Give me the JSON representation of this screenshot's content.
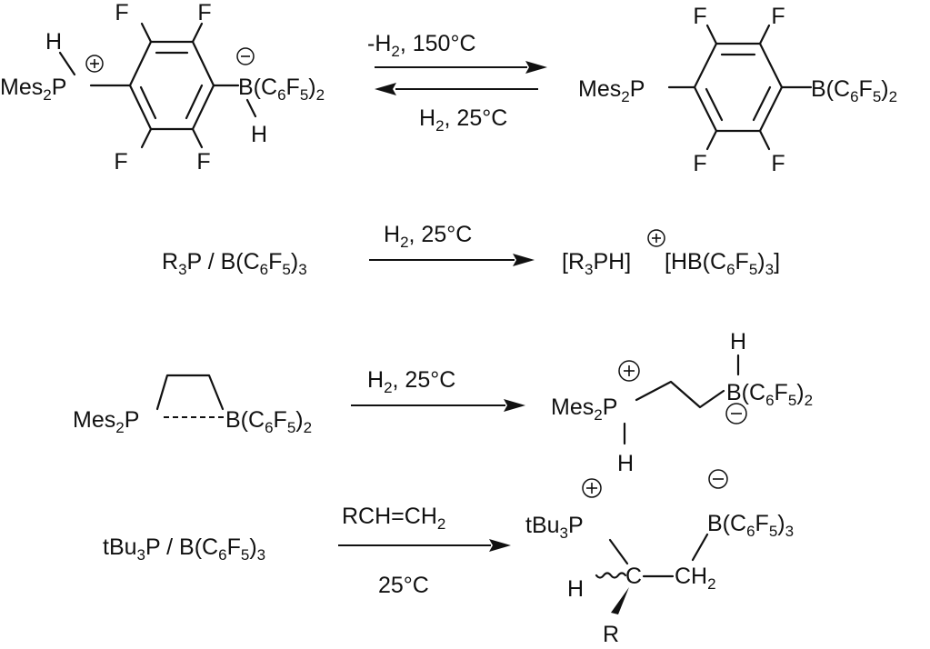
{
  "reactions": [
    {
      "id": "r1",
      "reactant_label": "Mes2P+(H)–C6F4–B−(H)(C6F5)2",
      "product_label": "Mes2P–C6F4–B(C6F5)2",
      "forward_conditions": "-H2, 150°C",
      "reverse_conditions": "H2, 25°C",
      "reversible": true
    },
    {
      "id": "r2",
      "reactant_label": "R3P / B(C6F5)3",
      "conditions": "H2, 25°C",
      "product_label": "[R3PH]+[HB(C6F5)3]"
    },
    {
      "id": "r3",
      "reactant_label": "Mes2P----B(C6F5)2 (ethylene bridged)",
      "conditions": "H2, 25°C",
      "product_label": "Mes2P+(H)CH2CH2B−(H)(C6F5)2"
    },
    {
      "id": "r4",
      "reactant_label": "tBu3P / B(C6F5)3",
      "conditions_above": "RCH=CH2",
      "conditions_below": "25°C",
      "product_label": "tBu3P+–CH(R)–CH2–B−(C6F5)3"
    }
  ],
  "atoms": {
    "F": "F",
    "H": "H",
    "R": "R",
    "B": "B",
    "P": "P",
    "C": "C"
  },
  "fragments": {
    "mes2p": "Mes2P",
    "bc6f5_2": "B(C6F5)2",
    "bc6f5_3": "B(C6F5)3",
    "r3p_bc6f5_3": "R3P / B(C6F5)3",
    "r3ph": "[R3PH]",
    "hbc6f5_3": "[HB(C6F5)3]",
    "tbu3p_bc6f5_3": "tBu3P / B(C6F5)3",
    "tbu3p": "tBu3P",
    "ch2": "CH2",
    "bc6f5_2_r3": "B(C6F5)2",
    "mes2p_r3": "Mes2P"
  }
}
